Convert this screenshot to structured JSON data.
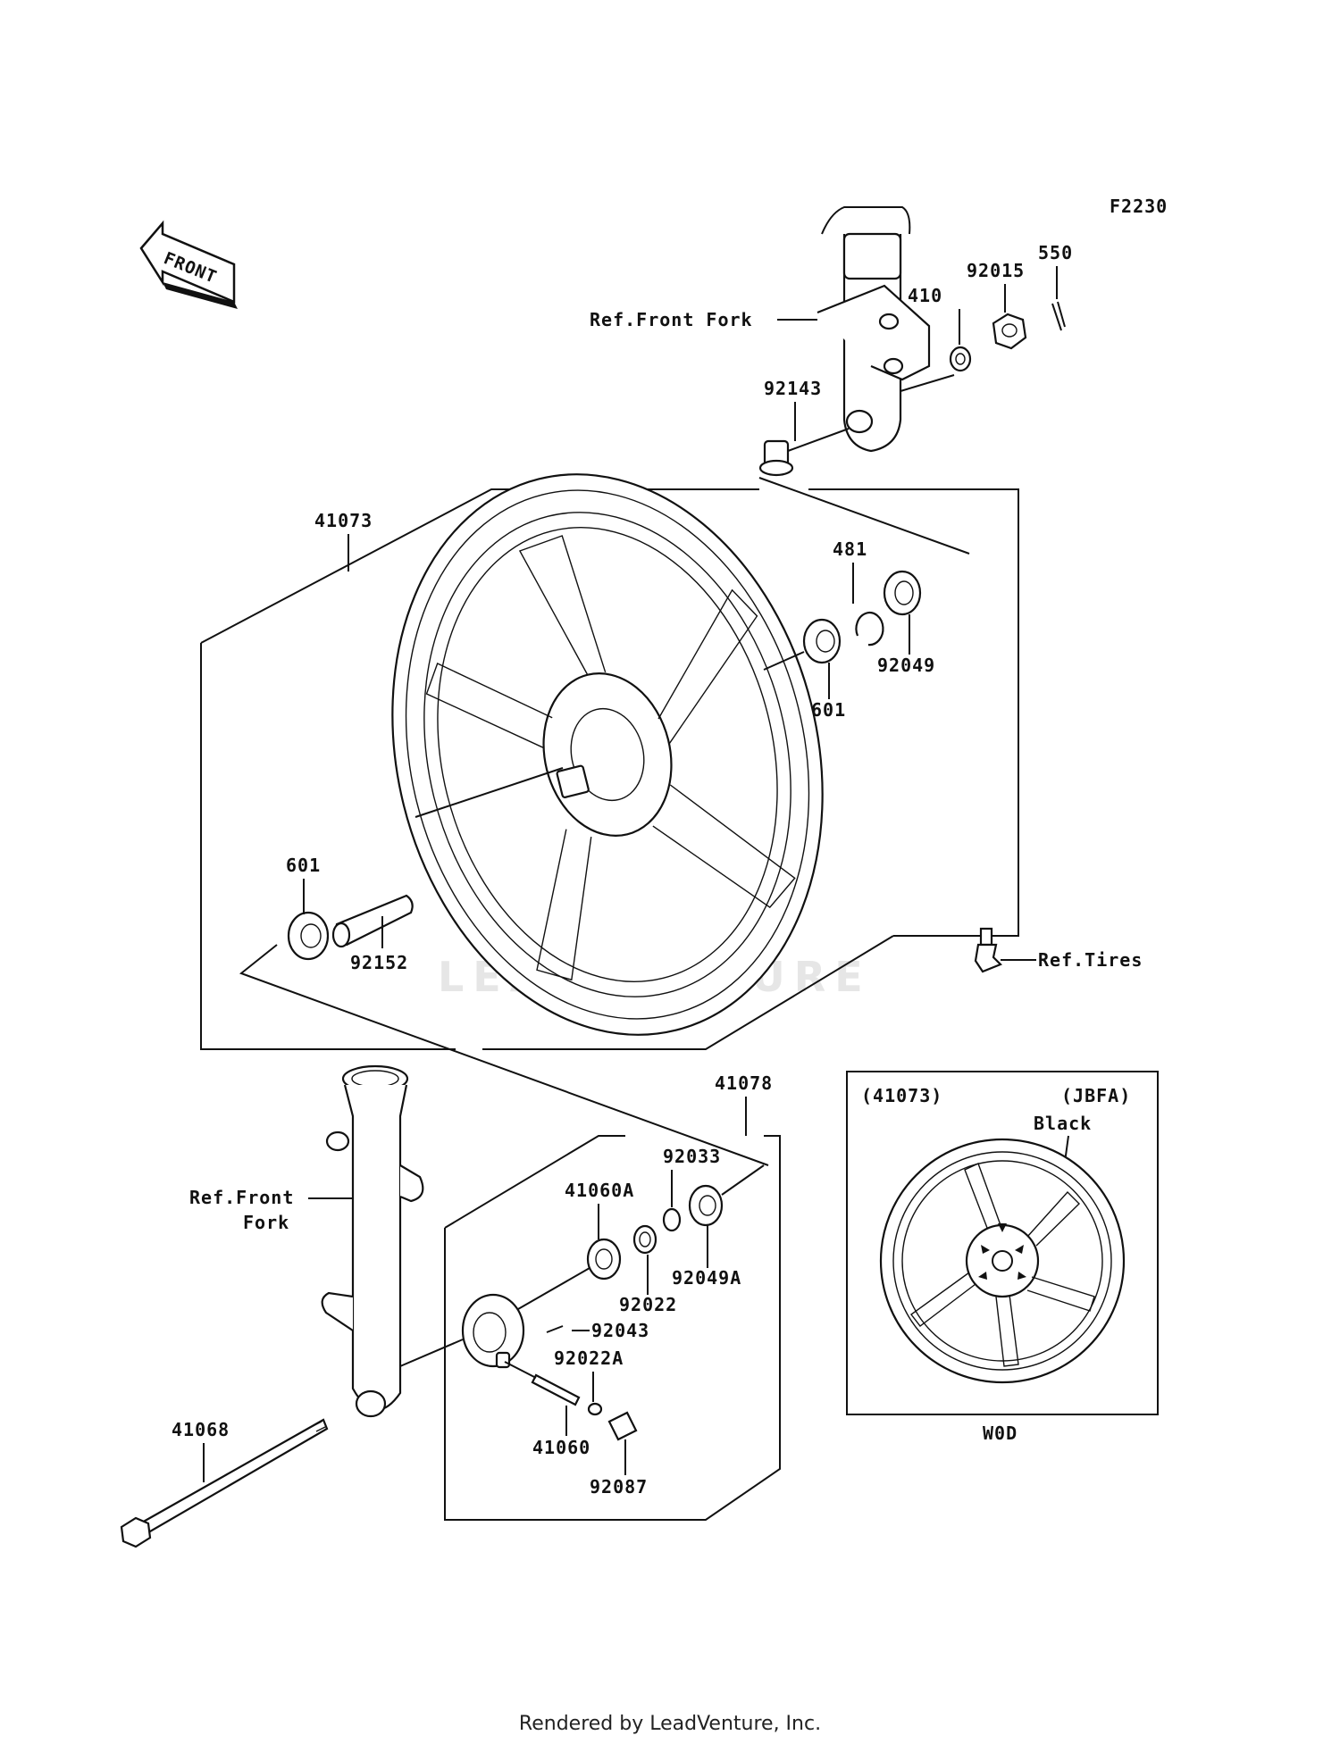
{
  "diagram_code": "F2230",
  "front_badge": "FRONT",
  "parts": {
    "p92015": "92015",
    "p550": "550",
    "p410": "410",
    "p92143": "92143",
    "p41073": "41073",
    "p481": "481",
    "p92049": "92049",
    "p601_right": "601",
    "p601_left": "601",
    "p92152": "92152",
    "p41078": "41078",
    "p92033": "92033",
    "p41060A": "41060A",
    "p92022": "92022",
    "p92049A": "92049A",
    "p92043": "92043",
    "p92022A": "92022A",
    "p41060": "41060",
    "p92087": "92087",
    "p41068": "41068"
  },
  "refs": {
    "front_fork_top": "Ref.Front Fork",
    "tires": "Ref.Tires",
    "front_fork_left_1": "Ref.Front",
    "front_fork_left_2": "Fork"
  },
  "inset": {
    "ref_part": "(41073)",
    "variant_code": "(JBFA)",
    "color": "Black",
    "code": "W0D"
  },
  "watermark": "LEADVENTURE",
  "footer": "Rendered by LeadVenture, Inc."
}
